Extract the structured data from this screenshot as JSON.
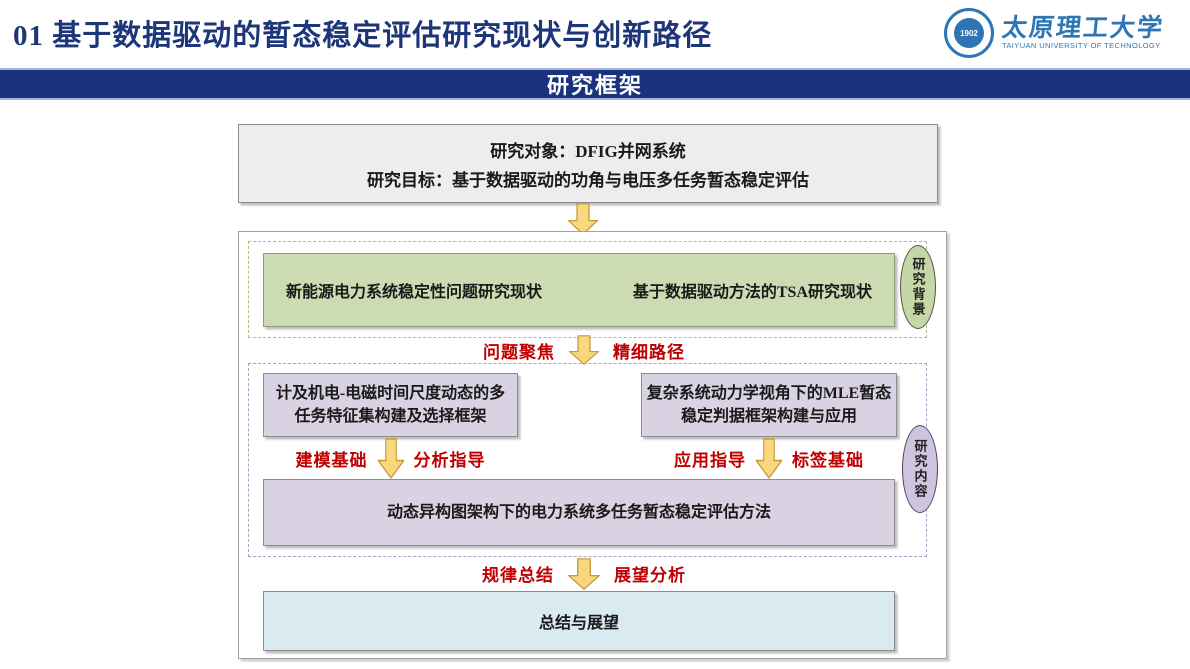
{
  "header": {
    "title": "01 基于数据驱动的暂态稳定评估研究现状与创新路径",
    "logo": {
      "seal_year": "1902",
      "university_cn": "太原理工大学",
      "university_en": "TAIYUAN UNIVERSITY OF TECHNOLOGY"
    }
  },
  "banner": {
    "label": "研究框架"
  },
  "diagram": {
    "top_box": {
      "line1": "研究对象：DFIG并网系统",
      "line2": "研究目标：基于数据驱动的功角与电压多任务暂态稳定评估"
    },
    "background": {
      "left_item": "新能源电力系统稳定性问题研究现状",
      "right_item": "基于数据驱动方法的TSA研究现状",
      "badge": "研究背景"
    },
    "focus_labels": {
      "left": "问题聚焦",
      "right": "精细路径"
    },
    "content": {
      "left_box": {
        "line1": "计及机电-电磁时间尺度动态的多",
        "line2": "任务特征集构建及选择框架"
      },
      "right_box": {
        "line1": "复杂系统动力学视角下的MLE暂态",
        "line2": "稳定判据框架构建与应用"
      },
      "left_arrow": {
        "left": "建模基础",
        "right": "分析指导"
      },
      "right_arrow": {
        "left": "应用指导",
        "right": "标签基础"
      },
      "wide_box": "动态异构图架构下的电力系统多任务暂态稳定评估方法",
      "badge": "研究内容"
    },
    "summary_labels": {
      "left": "规律总结",
      "right": "展望分析"
    },
    "summary_box": "总结与展望"
  },
  "colors": {
    "title_blue": "#1C3679",
    "banner_blue": "#19327D",
    "logo_blue": "#2E75B6",
    "red_label": "#C00000",
    "arrow_fill": "#F9D77E",
    "arrow_border": "#C49A35",
    "gray_box_fill": "#EDEDED",
    "green_fill": "#CCDBB2",
    "purple_fill": "#D8D2E3",
    "blue_fill": "#D9EAF1"
  }
}
